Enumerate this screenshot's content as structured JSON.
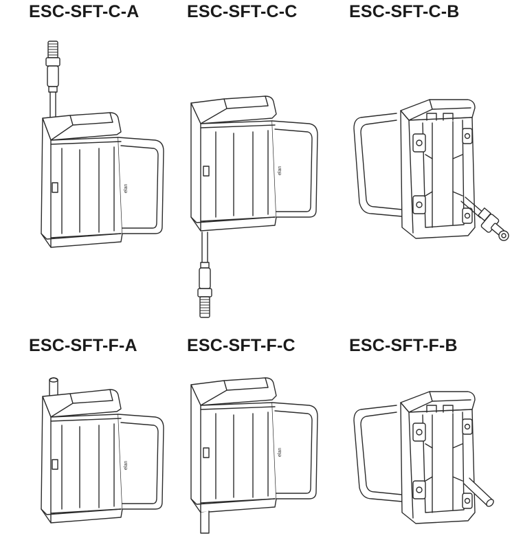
{
  "models": [
    {
      "id": "c-a",
      "label": "ESC-SFT-C-A",
      "view": "front",
      "connector": "cable-connector",
      "exit": "top"
    },
    {
      "id": "c-c",
      "label": "ESC-SFT-C-C",
      "view": "front",
      "connector": "cable-connector",
      "exit": "bottom"
    },
    {
      "id": "c-b",
      "label": "ESC-SFT-C-B",
      "view": "back",
      "connector": "cable-connector",
      "exit": "side"
    },
    {
      "id": "f-a",
      "label": "ESC-SFT-F-A",
      "view": "front",
      "connector": "flying-lead",
      "exit": "top"
    },
    {
      "id": "f-c",
      "label": "ESC-SFT-F-C",
      "view": "front",
      "connector": "flying-lead",
      "exit": "bottom"
    },
    {
      "id": "f-b",
      "label": "ESC-SFT-F-B",
      "view": "back",
      "connector": "flying-lead",
      "exit": "side"
    }
  ],
  "colors": {
    "line": "#2b2b2b",
    "background": "#ffffff",
    "text": "#1a1a1a"
  }
}
